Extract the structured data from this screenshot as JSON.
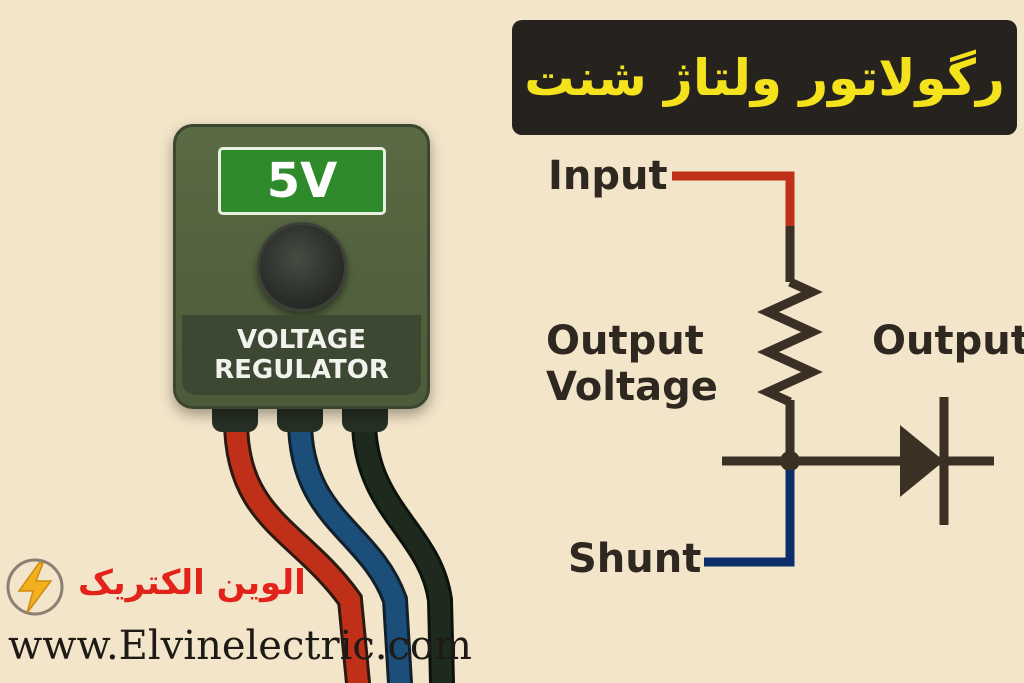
{
  "title": "رگولاتور ولتاژ شنت",
  "device": {
    "voltage_display": "5V",
    "label_line1": "VOLTAGE",
    "label_line2": "REGULATOR"
  },
  "circuit": {
    "input_label": "Input",
    "output_voltage_line1": "Output",
    "output_voltage_line2": "Voltage",
    "output_label": "Output",
    "shunt_label": "Shunt"
  },
  "branding": {
    "name": "الوین الکتریک",
    "website": "www.Elvinelectric.com"
  },
  "colors": {
    "background": "#f3e5c9",
    "title_bg": "#26231f",
    "title_text": "#f4e21d",
    "wire_red": "#c03019",
    "wire_blue": "#1c4e7a",
    "wire_black": "#1e2a1e",
    "circuit_line": "#3b3024",
    "circuit_blue": "#0b2e6b",
    "brand_red": "#e2231a"
  },
  "icons": [
    "lightning-logo-icon",
    "knob-icon",
    "resistor-symbol",
    "diode-symbol"
  ]
}
